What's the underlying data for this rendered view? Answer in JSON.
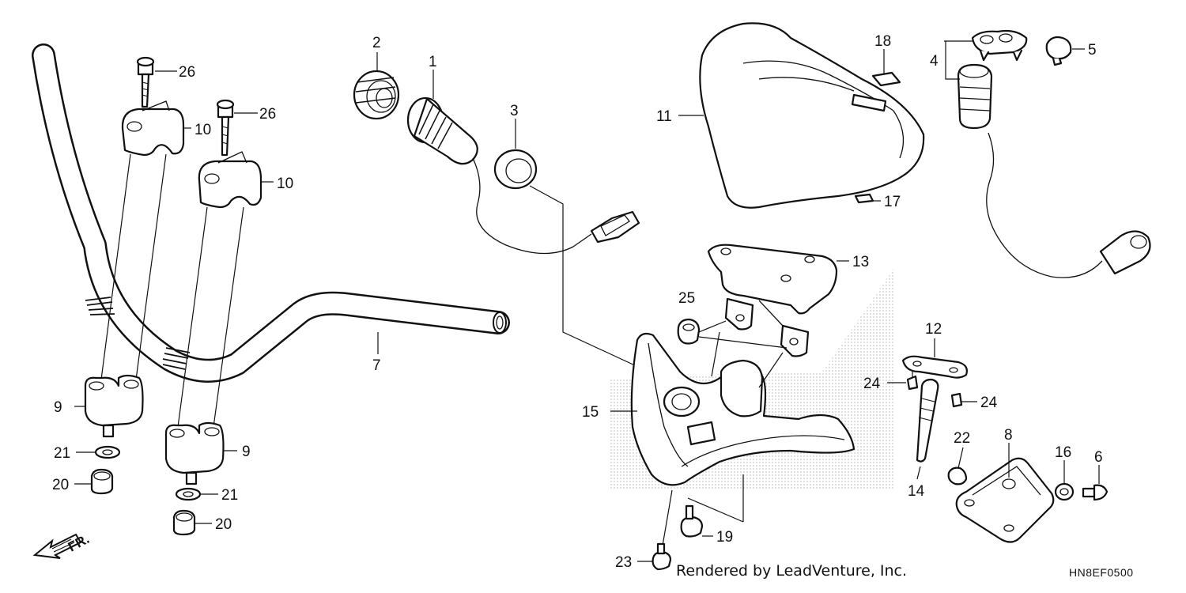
{
  "callouts": {
    "c1": "1",
    "c2": "2",
    "c3": "3",
    "c4": "4",
    "c5": "5",
    "c6": "6",
    "c7": "7",
    "c8": "8",
    "c9a": "9",
    "c9b": "9",
    "c10a": "10",
    "c10b": "10",
    "c11": "11",
    "c12": "12",
    "c13": "13",
    "c14": "14",
    "c15": "15",
    "c16": "16",
    "c17": "17",
    "c18": "18",
    "c19": "19",
    "c20a": "20",
    "c20b": "20",
    "c21a": "21",
    "c21b": "21",
    "c22": "22",
    "c23": "23",
    "c24a": "24",
    "c24b": "24",
    "c25": "25",
    "c26a": "26",
    "c26b": "26"
  },
  "direction_label": "FR.",
  "credit_text": "Rendered by LeadVenture, Inc.",
  "diagram_code": "HN8EF0500",
  "colors": {
    "ink": "#111111",
    "shade": "#c8c8c8"
  }
}
